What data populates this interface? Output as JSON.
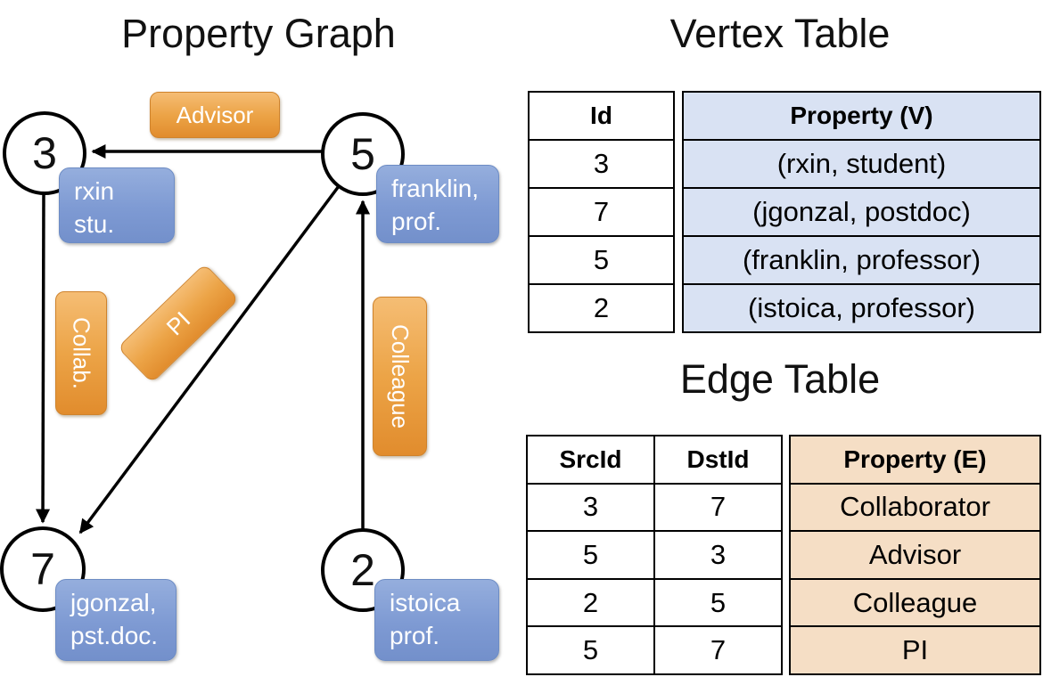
{
  "colors": {
    "edge_label_orange": "#EBA144",
    "node_label_blue": "#7E9BD4",
    "vertex_property_fill": "#D9E2F3",
    "edge_property_fill": "#F5DEC5",
    "line_black": "#000000"
  },
  "graph": {
    "title": "Property Graph",
    "nodes": [
      {
        "id": "3",
        "line1": "rxin",
        "line2": "stu."
      },
      {
        "id": "5",
        "line1": "franklin,",
        "line2": "prof."
      },
      {
        "id": "7",
        "line1": "jgonzal,",
        "line2": "pst.doc."
      },
      {
        "id": "2",
        "line1": "istoica",
        "line2": "prof."
      }
    ],
    "edge_labels": {
      "advisor": "Advisor",
      "collab": "Collab.",
      "pi": "PI",
      "colleague": "Colleague"
    }
  },
  "vertex_table": {
    "title": "Vertex Table",
    "headers": {
      "id": "Id",
      "property": "Property (V)"
    },
    "rows": [
      {
        "id": "3",
        "property": "(rxin, student)"
      },
      {
        "id": "7",
        "property": "(jgonzal, postdoc)"
      },
      {
        "id": "5",
        "property": "(franklin, professor)"
      },
      {
        "id": "2",
        "property": "(istoica, professor)"
      }
    ]
  },
  "edge_table": {
    "title": "Edge Table",
    "headers": {
      "src": "SrcId",
      "dst": "DstId",
      "property": "Property (E)"
    },
    "rows": [
      {
        "src": "3",
        "dst": "7",
        "property": "Collaborator"
      },
      {
        "src": "5",
        "dst": "3",
        "property": "Advisor"
      },
      {
        "src": "2",
        "dst": "5",
        "property": "Colleague"
      },
      {
        "src": "5",
        "dst": "7",
        "property": "PI"
      }
    ]
  }
}
